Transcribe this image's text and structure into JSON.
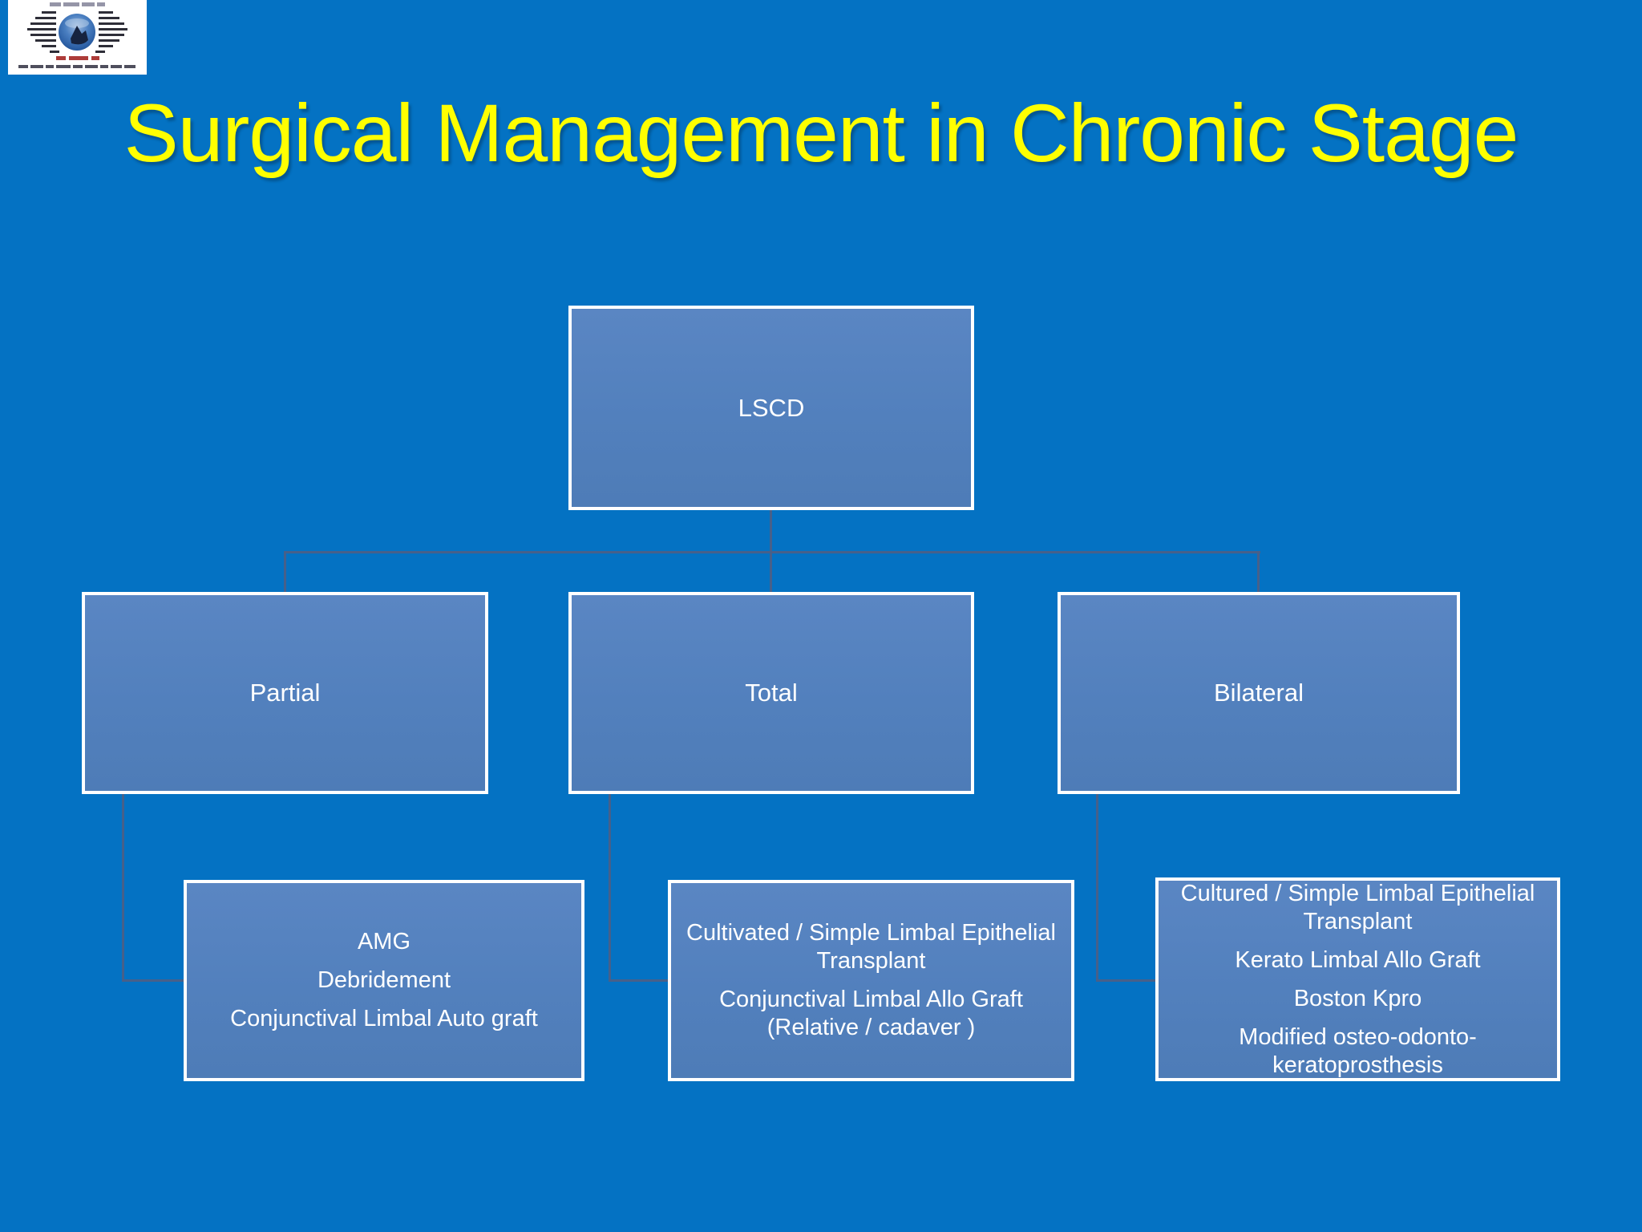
{
  "title": "Surgical Management in Chronic Stage",
  "colors": {
    "background": "#0472c3",
    "node_fill": "#5280bd",
    "node_border": "#ffffff",
    "connector": "#47608a",
    "title_text": "#ffff00",
    "node_text": "#ffffff"
  },
  "logo": {
    "description": "eye-institute-logo"
  },
  "diagram": {
    "root": {
      "label": "LSCD"
    },
    "branches": [
      {
        "label": "Partial",
        "items": [
          "AMG",
          "Debridement",
          "Conjunctival Limbal Auto graft"
        ]
      },
      {
        "label": "Total",
        "items": [
          "Cultivated / Simple Limbal Epithelial Transplant",
          "Conjunctival  Limbal Allo Graft (Relative / cadaver )"
        ]
      },
      {
        "label": "Bilateral",
        "items": [
          "Cultured / Simple Limbal Epithelial Transplant",
          "Kerato Limbal Allo Graft",
          "Boston Kpro",
          "Modified osteo-odonto-keratoprosthesis"
        ]
      }
    ]
  }
}
